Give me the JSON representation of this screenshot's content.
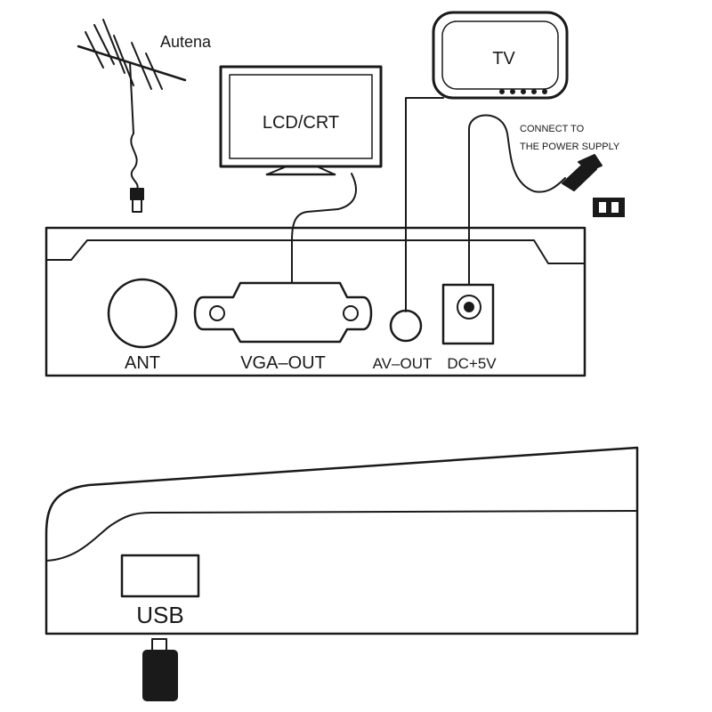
{
  "labels": {
    "antenna": "Autena",
    "monitor": "LCD/CRT",
    "tv": "TV",
    "power_line1": "CONNECT TO",
    "power_line2": "THE POWER SUPPLY",
    "ant_port": "ANT",
    "vga_port": "VGA–OUT",
    "av_port": "AV–OUT",
    "dc_port": "DC+5V",
    "usb_port": "USB"
  },
  "icons": [
    "antenna-icon",
    "monitor-icon",
    "tv-icon",
    "power-adapter-icon",
    "wall-outlet-icon",
    "usb-stick-icon"
  ]
}
